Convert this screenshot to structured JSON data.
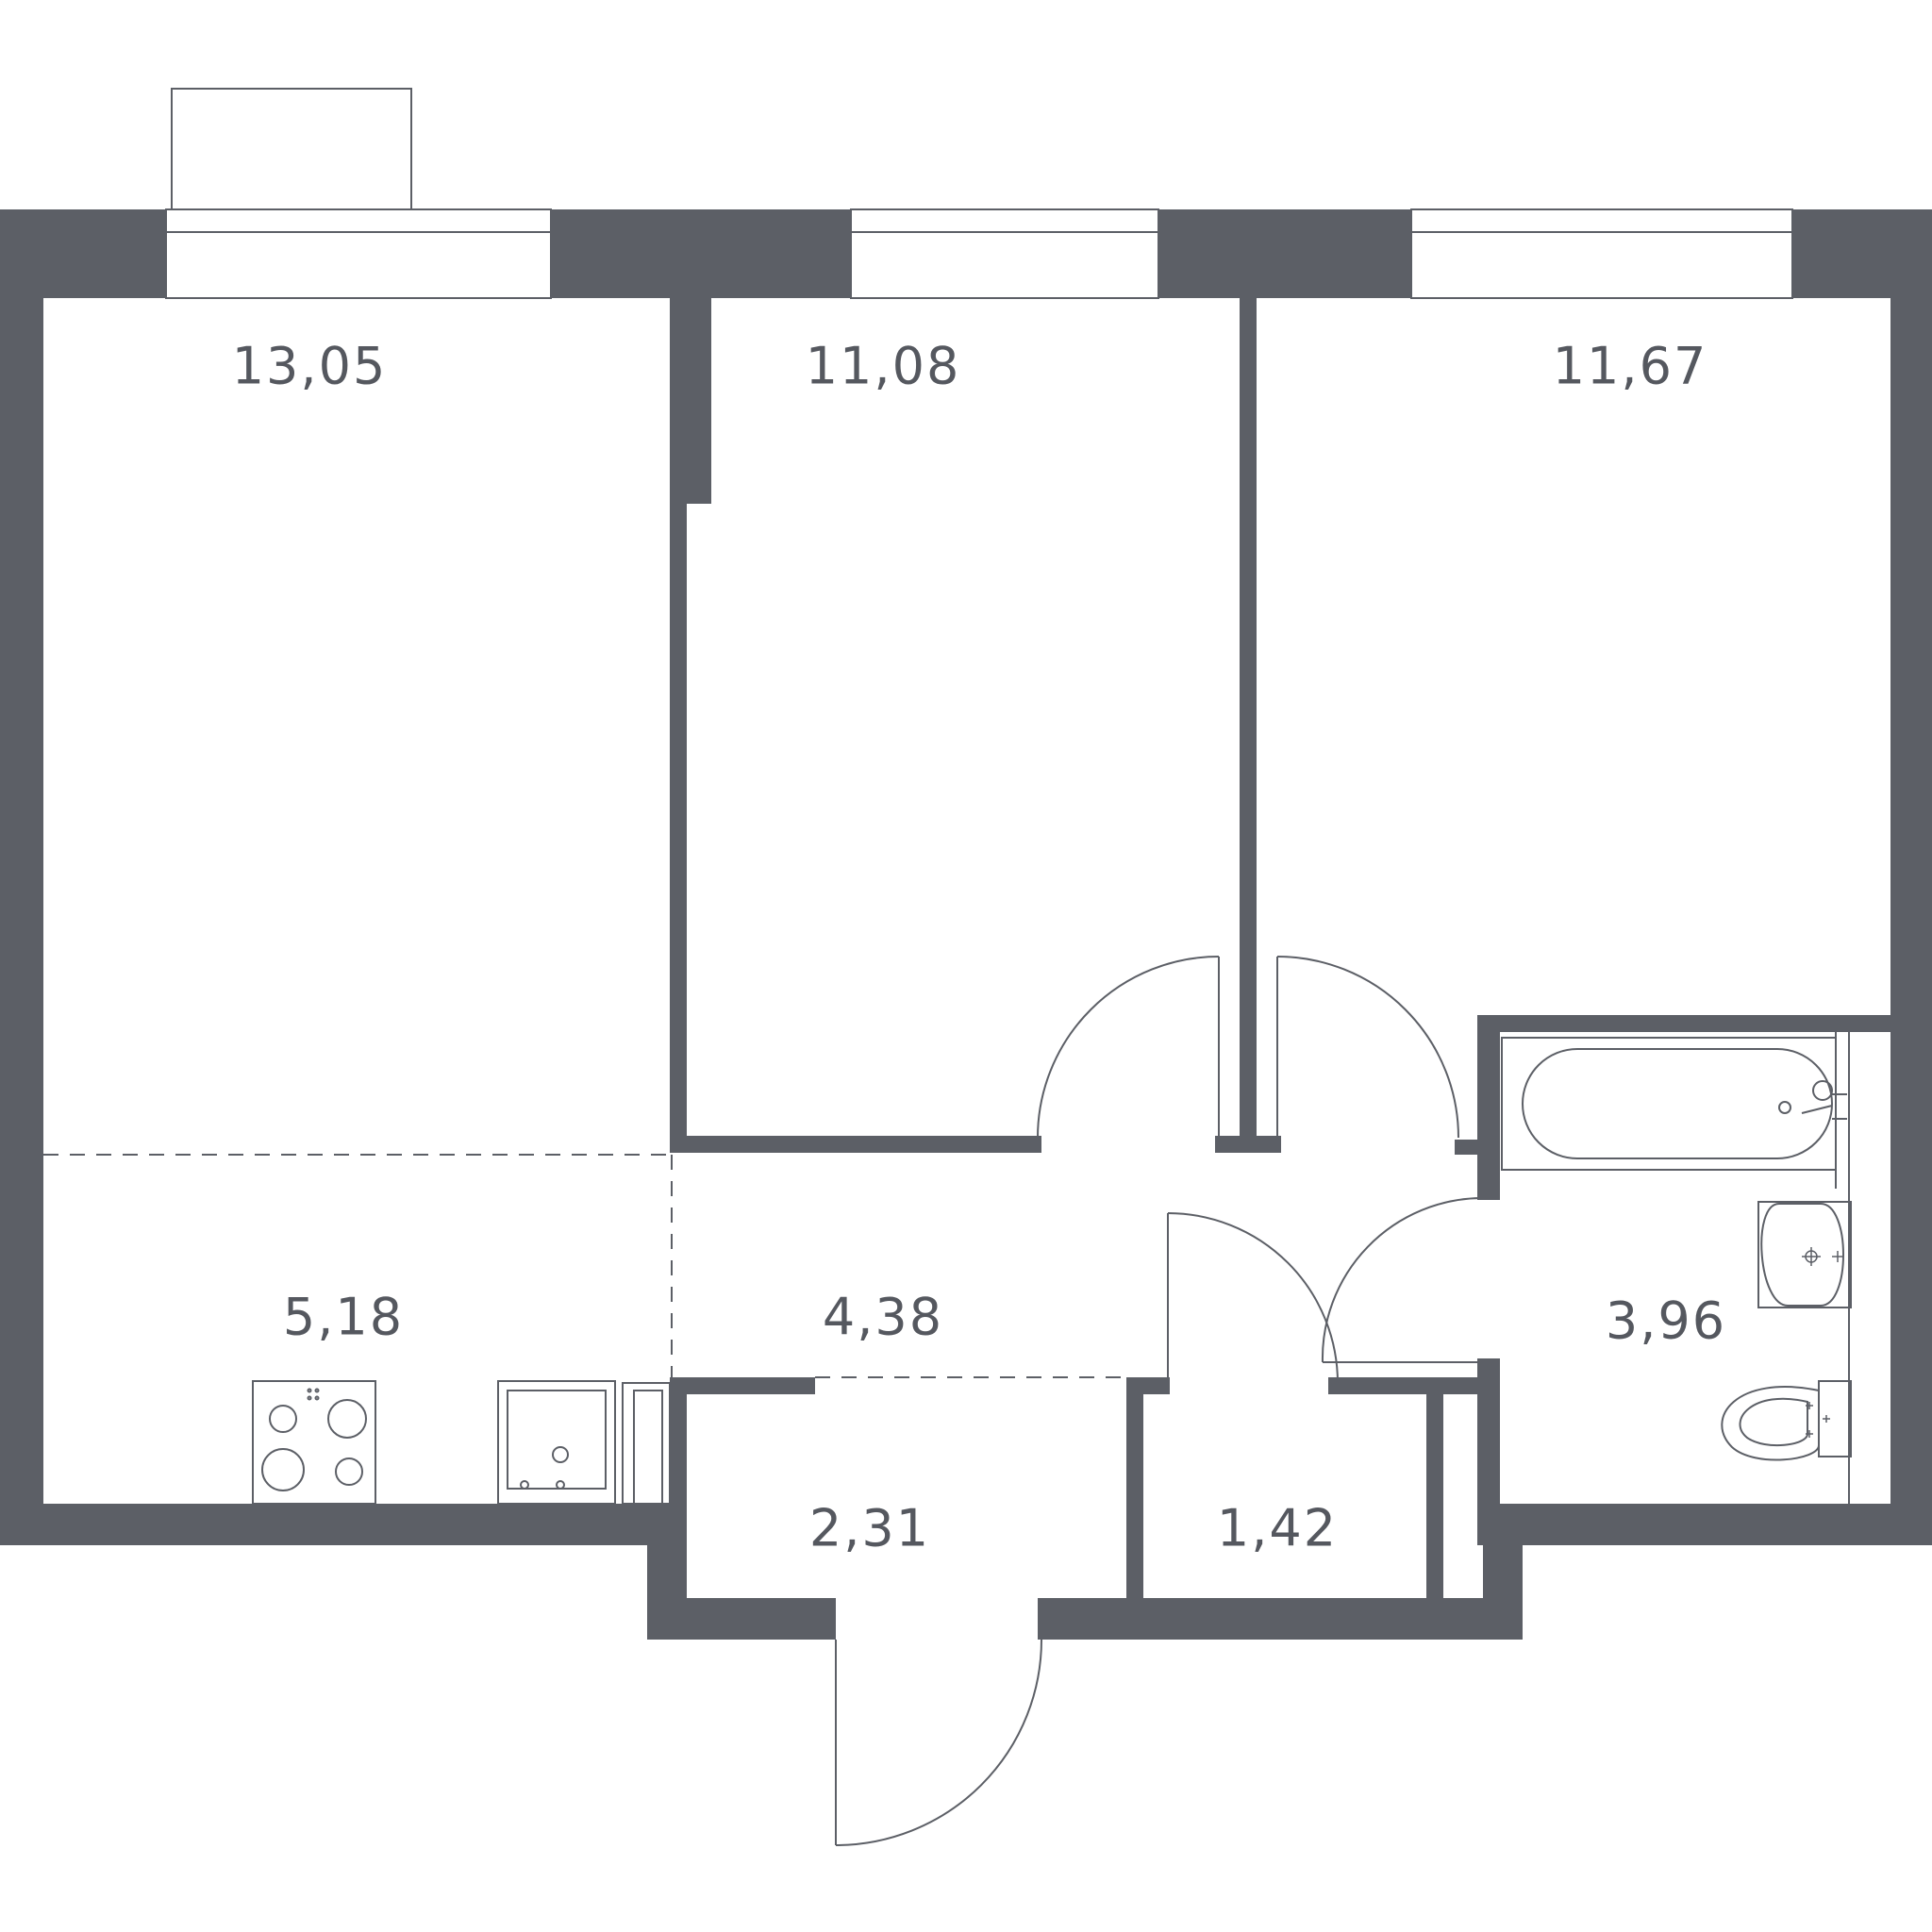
{
  "rooms": [
    {
      "id": "room-1",
      "area": "13,05"
    },
    {
      "id": "room-2",
      "area": "11,08"
    },
    {
      "id": "room-3",
      "area": "11,67"
    },
    {
      "id": "kitchen",
      "area": "5,18"
    },
    {
      "id": "hall",
      "area": "4,38"
    },
    {
      "id": "bathroom",
      "area": "3,96"
    },
    {
      "id": "entrance",
      "area": "2,31"
    },
    {
      "id": "closet",
      "area": "1,42"
    }
  ],
  "colors": {
    "wall": "#5c5f66",
    "background": "#ffffff"
  },
  "icons": [
    "stove-icon",
    "sink-icon",
    "bathtub-icon",
    "washbasin-icon",
    "toilet-icon",
    "door-swing-icon",
    "window-icon",
    "balcony-icon"
  ]
}
